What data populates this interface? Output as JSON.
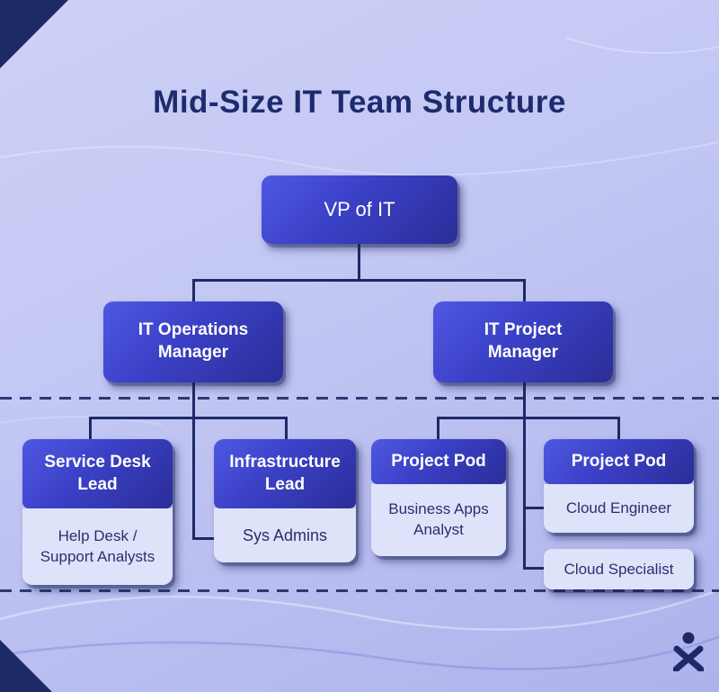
{
  "title": "Mid-Size IT Team Structure",
  "org": {
    "vp": {
      "label": "VP of IT"
    },
    "ops_manager": {
      "label": "IT Operations Manager"
    },
    "project_manager": {
      "label": "IT Project Manager"
    },
    "service_desk": {
      "header": "Service Desk Lead",
      "body": "Help Desk / Support Analysts"
    },
    "infrastructure": {
      "header": "Infrastructure Lead",
      "body": "Sys Admins"
    },
    "project_pod_1": {
      "header": "Project Pod",
      "body": "Business Apps Analyst"
    },
    "project_pod_2": {
      "header": "Project Pod",
      "body": "Cloud Engineer"
    },
    "cloud_specialist": {
      "label": "Cloud Specialist"
    }
  },
  "colors": {
    "background_top": "#cdd1f7",
    "background_bottom": "#adb2ec",
    "node_gradient_start": "#4f58e3",
    "node_gradient_end": "#2b2d97",
    "node_body": "#dfe3f9",
    "line": "#1d2a66",
    "title_text": "#1e2b6e"
  },
  "icons": {
    "logo": "person-x-logo"
  }
}
